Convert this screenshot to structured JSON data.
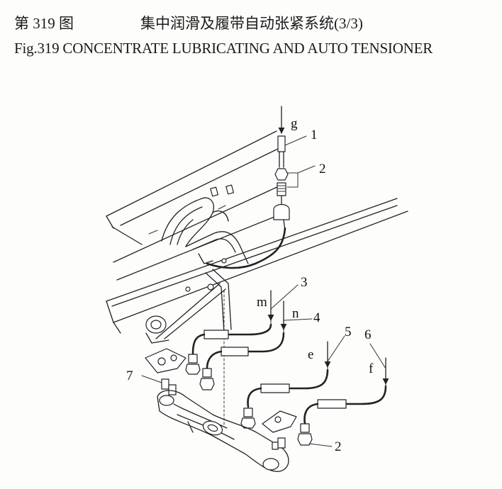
{
  "figure": {
    "number_cn": "第 319 图",
    "title_cn": "集中润滑及履带自动张紧系统(3/3)",
    "title_en": "Fig.319 CONCENTRATE LUBRICATING AND AUTO TENSIONER"
  },
  "callouts": {
    "c1": "1",
    "c2_top": "2",
    "c3": "3",
    "c4": "4",
    "c5": "5",
    "c6": "6",
    "c7": "7",
    "c2_bottom": "2"
  },
  "flow_letters": {
    "g": "g",
    "m": "m",
    "n": "n",
    "e": "e",
    "f": "f"
  }
}
